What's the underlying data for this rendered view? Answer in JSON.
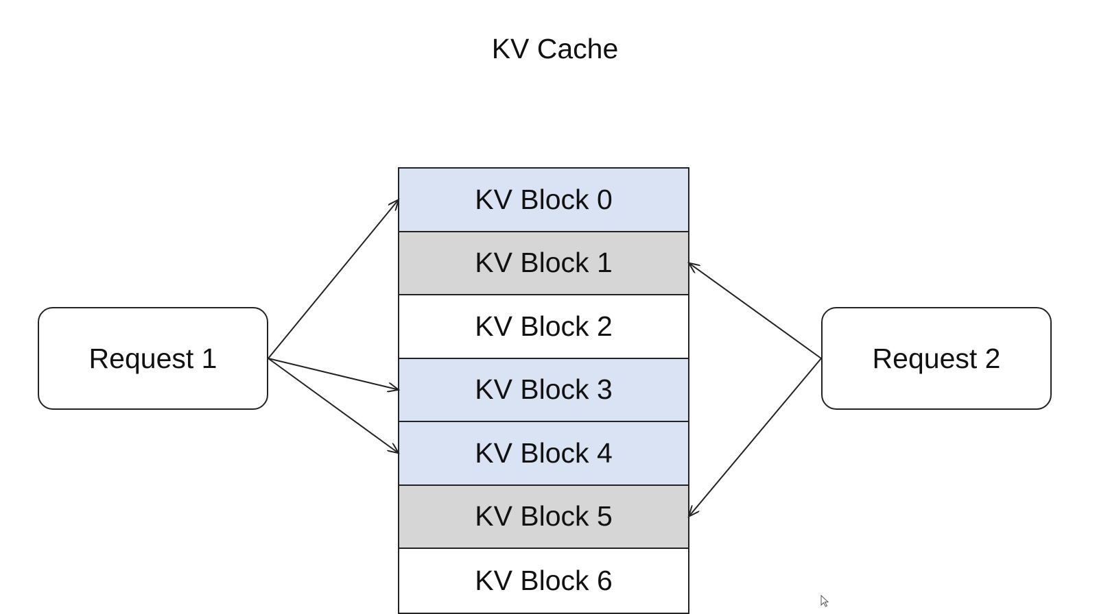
{
  "title": "KV Cache",
  "kv_blocks": [
    {
      "label": "KV Block 0",
      "color": "#dae3f3"
    },
    {
      "label": "KV Block 1",
      "color": "#d6d6d6"
    },
    {
      "label": "KV Block 2",
      "color": "#ffffff"
    },
    {
      "label": "KV Block 3",
      "color": "#dae3f3"
    },
    {
      "label": "KV Block 4",
      "color": "#dae3f3"
    },
    {
      "label": "KV Block 5",
      "color": "#d6d6d6"
    },
    {
      "label": "KV Block 6",
      "color": "#ffffff"
    }
  ],
  "requests": [
    {
      "label": "Request 1",
      "side": "left",
      "maps_to_blocks": [
        0,
        3,
        4
      ]
    },
    {
      "label": "Request 2",
      "side": "right",
      "maps_to_blocks": [
        1,
        5
      ]
    }
  ],
  "colors": {
    "line": "#222222",
    "allocated_request1": "#dae3f3",
    "allocated_request2": "#d6d6d6",
    "free": "#ffffff"
  }
}
